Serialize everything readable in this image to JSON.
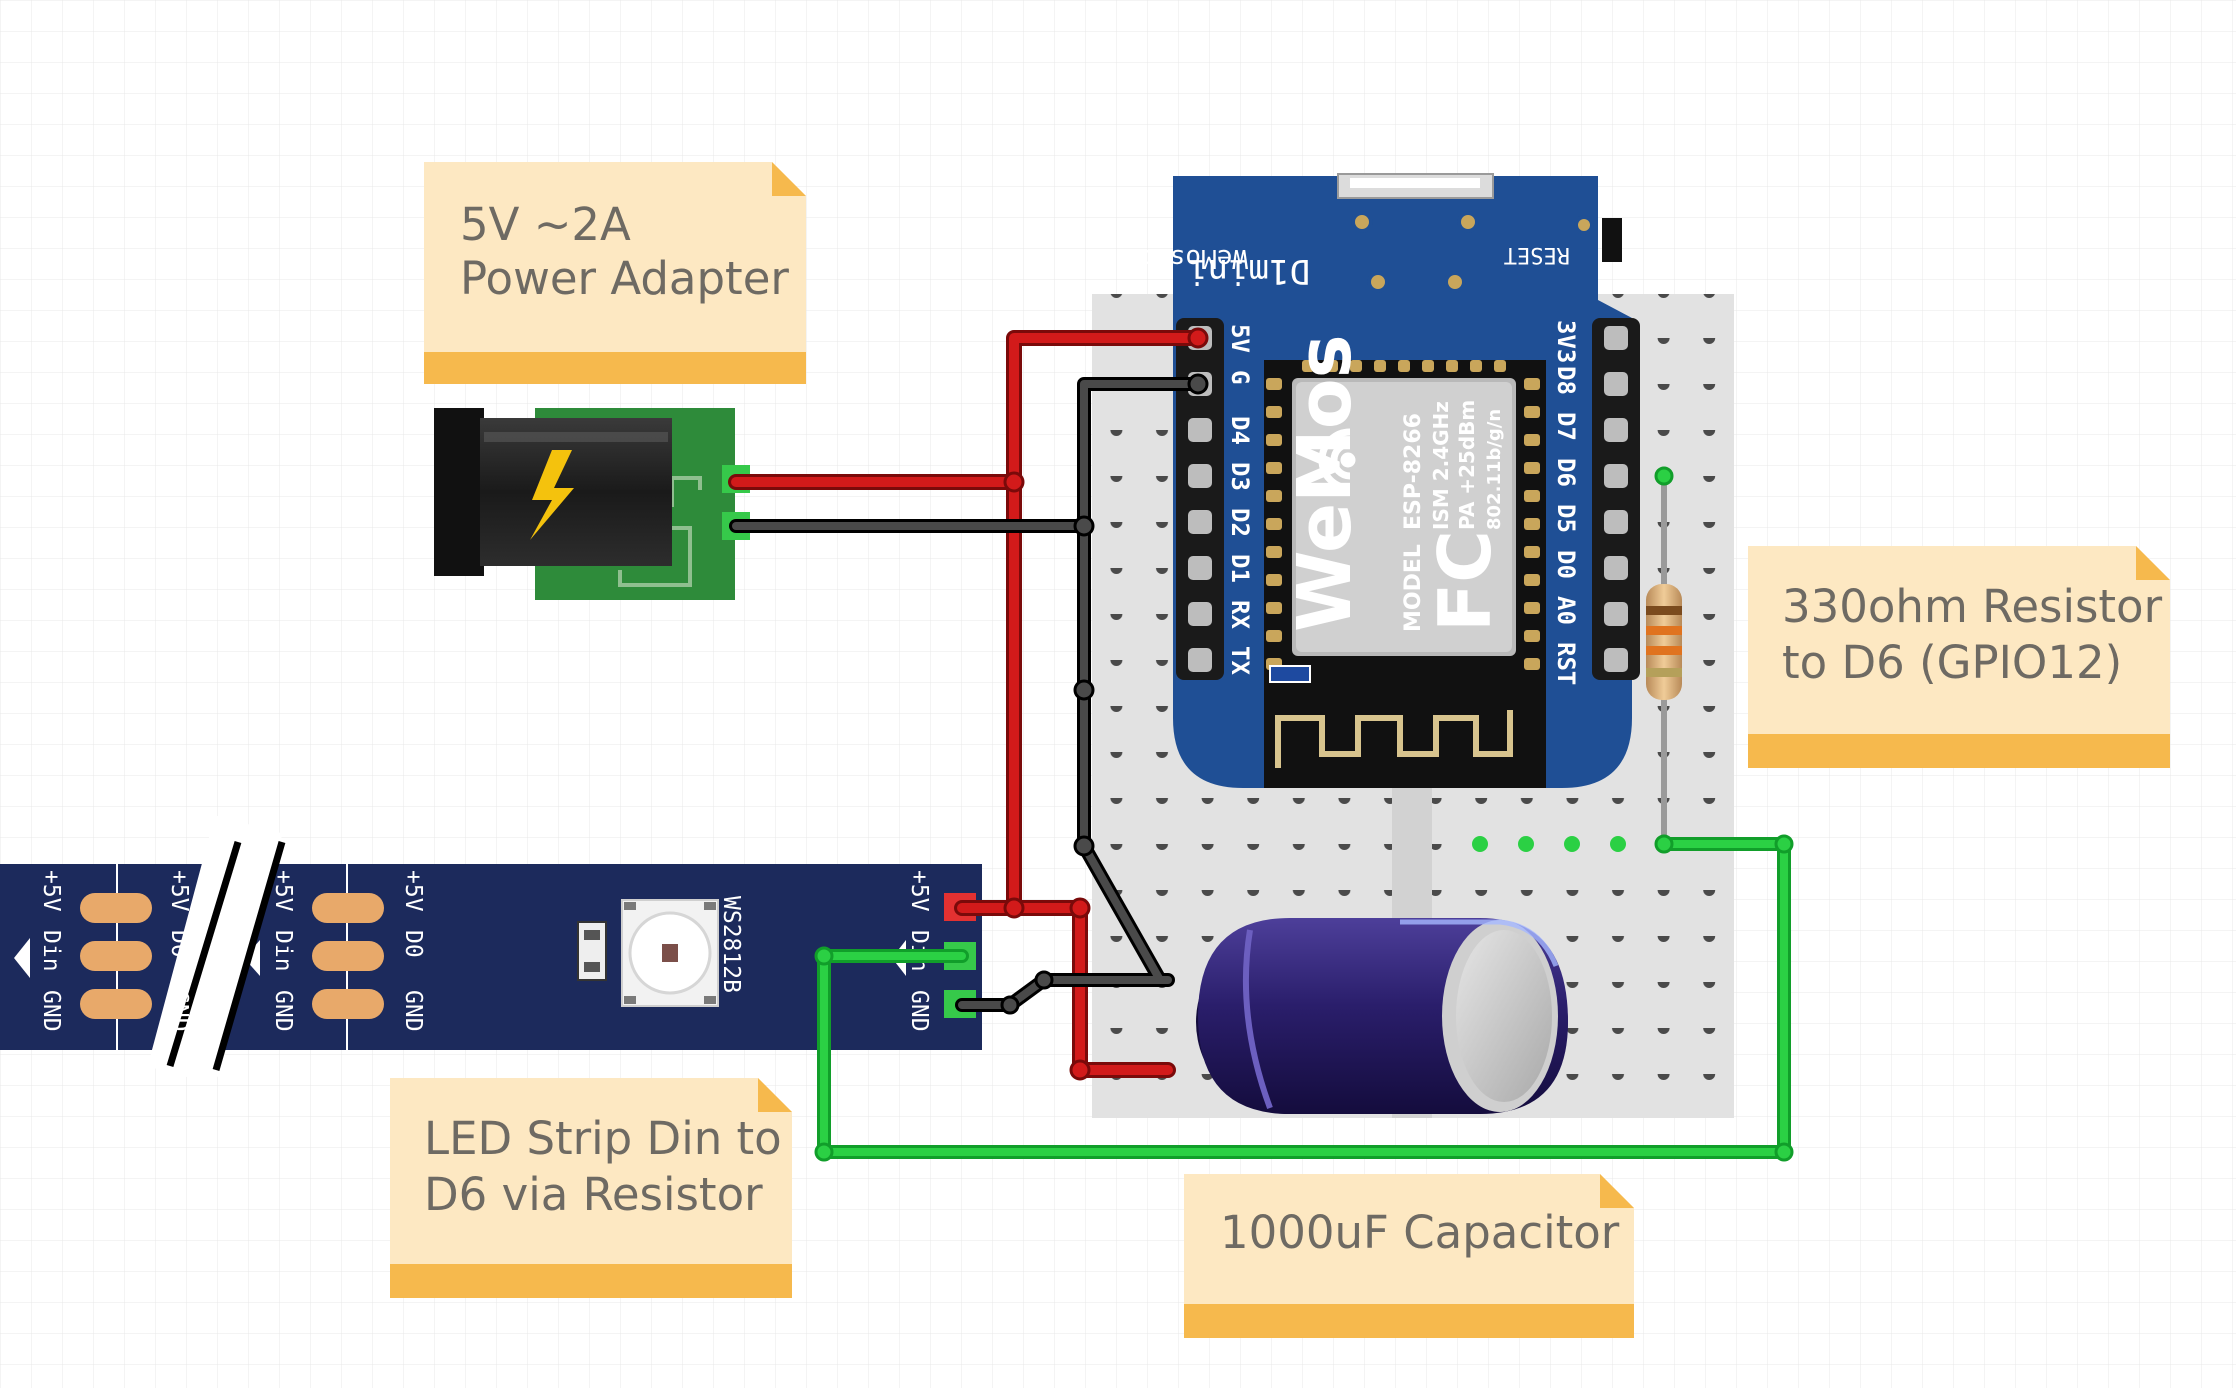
{
  "notes": {
    "power": {
      "line1": "5V ~2A",
      "line2": "Power Adapter"
    },
    "resistor": {
      "line1": "330ohm Resistor",
      "line2": "to D6 (GPIO12)"
    },
    "led": {
      "line1": "LED Strip Din to",
      "line2": "D6 via Resistor"
    },
    "capacitor": {
      "line1": "1000uF Capacitor"
    }
  },
  "board": {
    "brand": "WeMos.cc",
    "model": "D1mini",
    "reset_label": "RESET",
    "left_pins": [
      "5V",
      "G",
      "D4",
      "D3",
      "D2",
      "D1",
      "RX",
      "TX"
    ],
    "right_pins": [
      "3V3",
      "D8",
      "D7",
      "D6",
      "D5",
      "D0",
      "A0",
      "RST"
    ],
    "module": {
      "logo": "WeMos",
      "model_label": "MODEL",
      "chip": "ESP-8266",
      "line1": "ISM 2.4GHz",
      "line2": "PA +25dBm",
      "line3": "802.11b/g/n",
      "fcc": "FC"
    }
  },
  "led_strip": {
    "segment_labels": [
      "+5V",
      "Din",
      "GND",
      "+5V",
      "D0",
      "GND",
      "+5V",
      "Din",
      "GND",
      "+5V",
      "D0",
      "GND",
      "+5V",
      "Din",
      "GND"
    ],
    "led_part": "WS2812B"
  },
  "colors": {
    "wire_red": "#d21a1a",
    "wire_black": "#2b2b2b",
    "wire_green": "#21c23a",
    "note_bg": "#fde8c2",
    "note_band": "#f6b94d",
    "board_blue": "#1f4f95",
    "strip_navy": "#1c2a5c",
    "pcb_green": "#2e8b3a"
  },
  "icons": [
    "lightning-icon",
    "wifi-icon"
  ]
}
